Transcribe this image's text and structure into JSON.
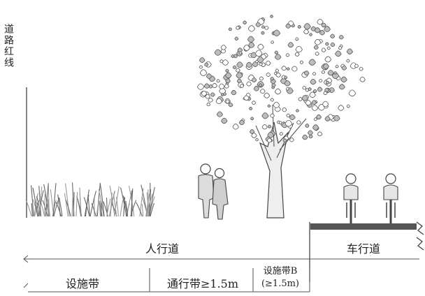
{
  "labels": {
    "red_line_vertical": "道路红线",
    "sidewalk": "人行道",
    "carriageway": "车行道",
    "facility_zone": "设施带",
    "walkway_zone": "通行带≥1.5m",
    "planting_zone_line1": "设施带B",
    "planting_zone_line2": "(≥1.5m)"
  },
  "colors": {
    "line": "#444444",
    "road_surface": "#555555",
    "foliage": "#9a9a9a"
  }
}
